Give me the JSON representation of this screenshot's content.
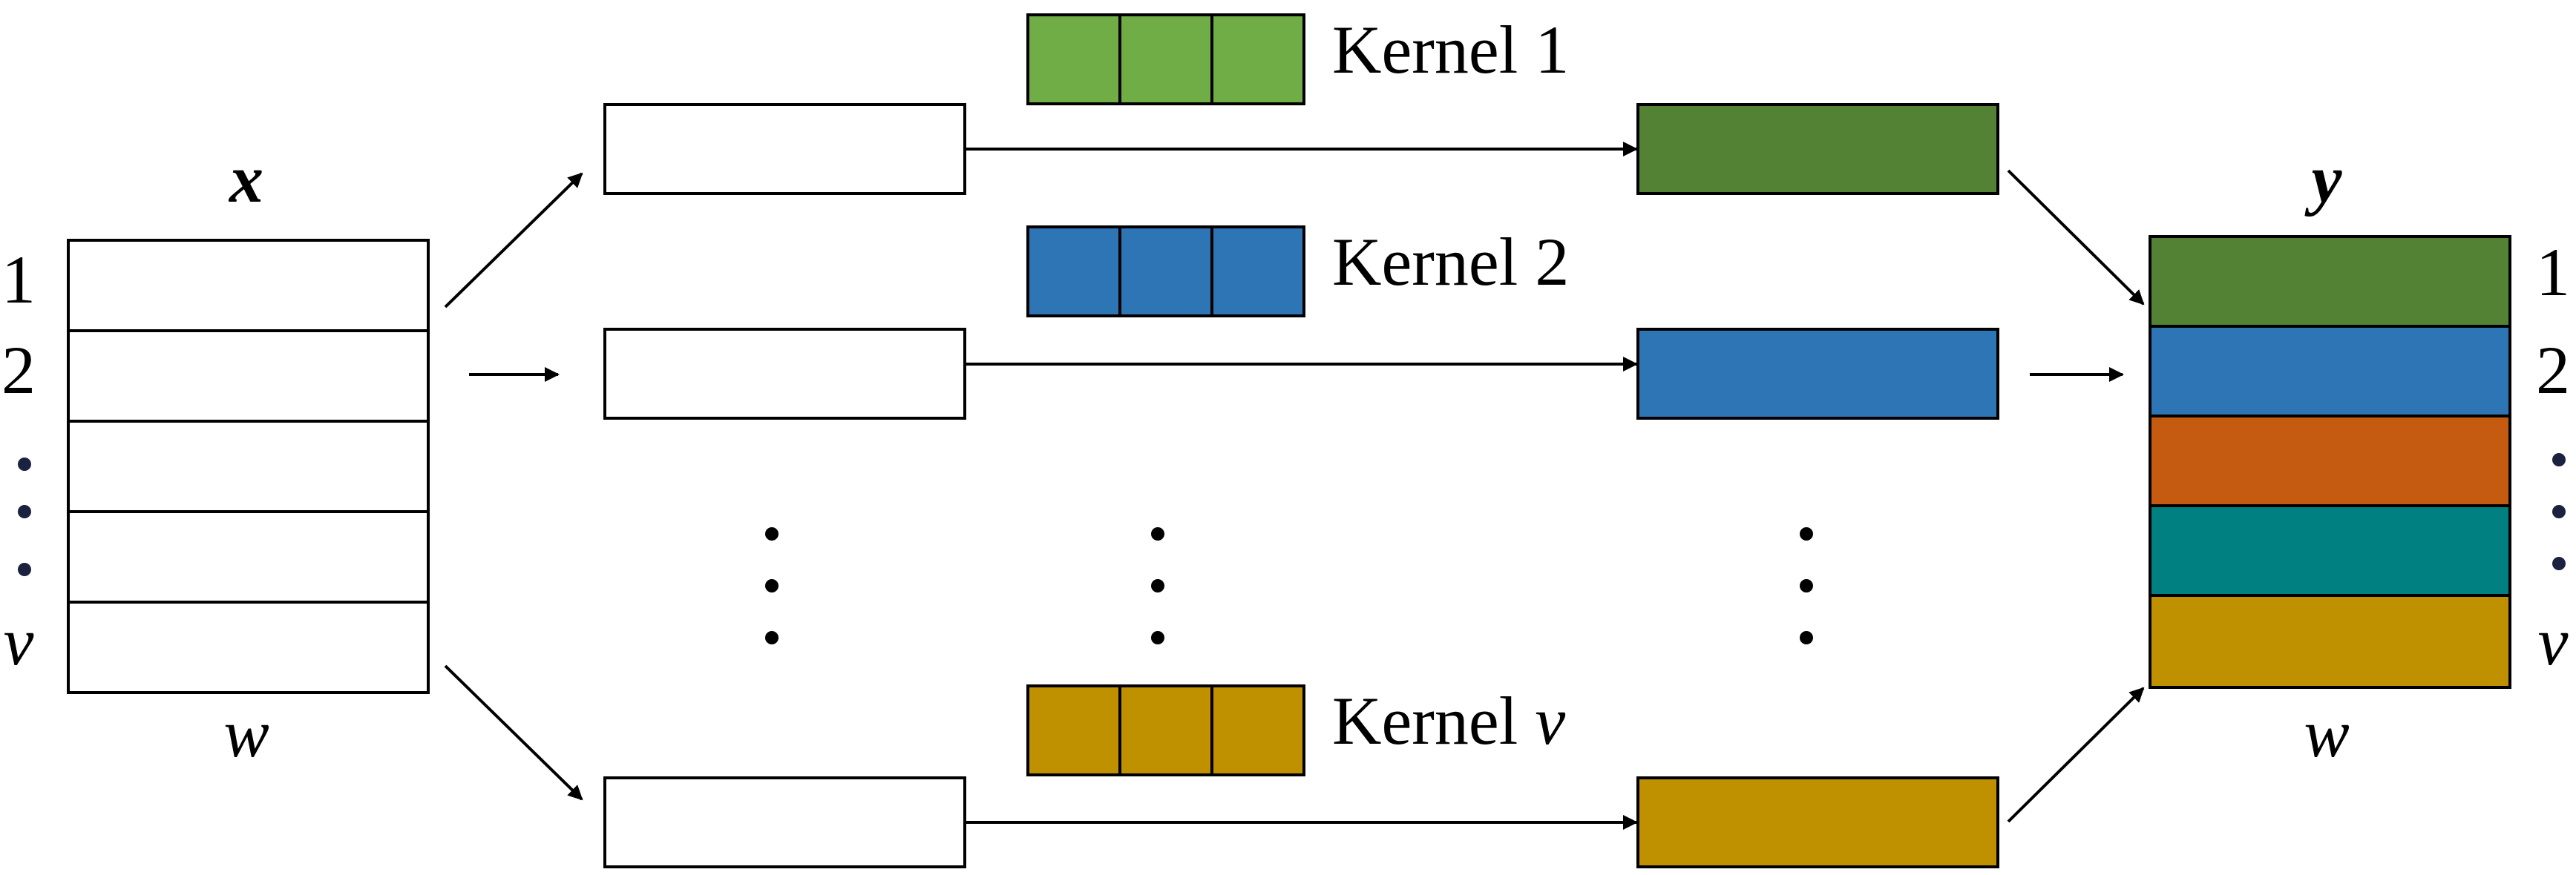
{
  "input": {
    "symbol": "x",
    "width_label": "w",
    "row_labels": [
      "1",
      "2",
      "⋮",
      "v"
    ]
  },
  "output": {
    "symbol": "y",
    "width_label": "w",
    "row_labels": [
      "1",
      "2",
      "⋮",
      "v"
    ],
    "row_colors": [
      "#548235",
      "#2E75B6",
      "#C55A11",
      "#008080",
      "#BF9000"
    ]
  },
  "kernels": [
    {
      "prefix": "Kernel ",
      "index": "1",
      "color": "#70AD47"
    },
    {
      "prefix": "Kernel ",
      "index": "2",
      "color": "#2E75B6"
    },
    {
      "prefix": "Kernel ",
      "index": "v",
      "color": "#BF9000"
    }
  ],
  "branch_output_colors": [
    "#548235",
    "#2E75B6",
    "#BF9000"
  ],
  "ellipsis": "⋮"
}
